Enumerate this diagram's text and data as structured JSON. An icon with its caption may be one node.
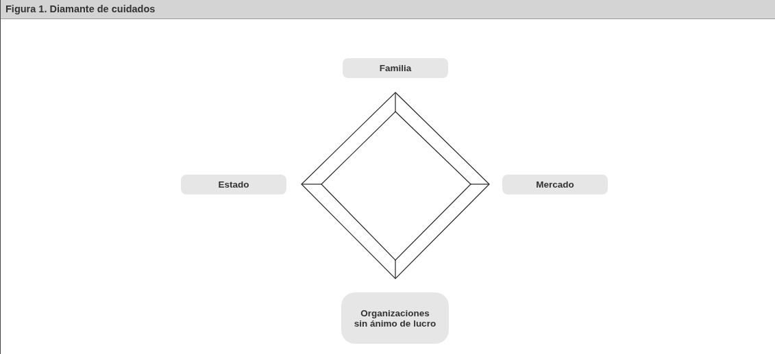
{
  "diagram": {
    "title": "Figura 1. Diamante de cuidados",
    "nodes": [
      {
        "text": [
          "Familia"
        ]
      },
      {
        "text": [
          "Estado"
        ]
      },
      {
        "text": [
          "Mercado"
        ]
      },
      {
        "text": [
          "Organizaciones sin ánimo de lucro"
        ]
      }
    ]
  }
}
